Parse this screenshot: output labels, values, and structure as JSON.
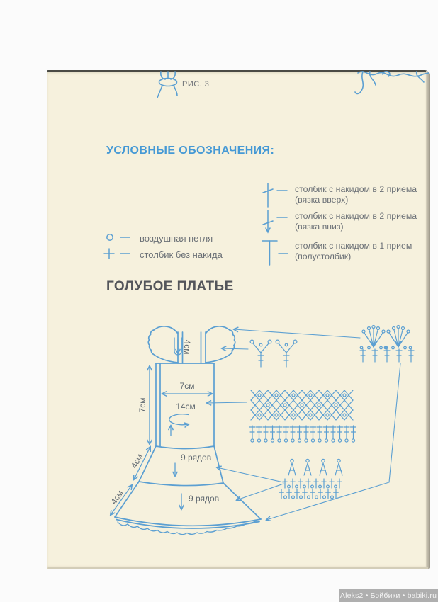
{
  "page": {
    "figure_label": "РИС. 3",
    "watermark": "Aleks2 • Бэйбики • babiki.ru"
  },
  "legend": {
    "title": "УСЛОВНЫЕ ОБОЗНАЧЕНИЯ:",
    "left_items": [
      {
        "icon": "chain-loop-icon",
        "label": "воздушная петля"
      },
      {
        "icon": "single-crochet-icon",
        "label": "столбик без накида"
      }
    ],
    "right_items": [
      {
        "icon": "double-crochet-two-step-up-icon",
        "label": "столбик с накидом в 2 приема",
        "sublabel": "(вязка вверх)"
      },
      {
        "icon": "double-crochet-two-step-down-icon",
        "label": "столбик с накидом в 2 приема",
        "sublabel": "(вязка вниз)"
      },
      {
        "icon": "half-double-crochet-icon",
        "label": "столбик с накидом в 1 прием",
        "sublabel": "(полустолбик)"
      }
    ]
  },
  "pattern": {
    "title": "ГОЛУБОЕ ПЛАТЬЕ",
    "measurements": {
      "strap_length": "4см",
      "bodice_width": "7см",
      "bodice_circumference": "14см",
      "bodice_height": "7см",
      "tier1_height": "4см",
      "tier2_height": "4см",
      "tier1_rows": "9 рядов",
      "tier2_rows": "9 рядов"
    }
  },
  "colors": {
    "diagram_blue": "#5b9fd2",
    "heading_blue": "#4599d5",
    "body_text": "#6b7076",
    "title_color": "#54565b",
    "page_bg": "#f6f1dd"
  }
}
